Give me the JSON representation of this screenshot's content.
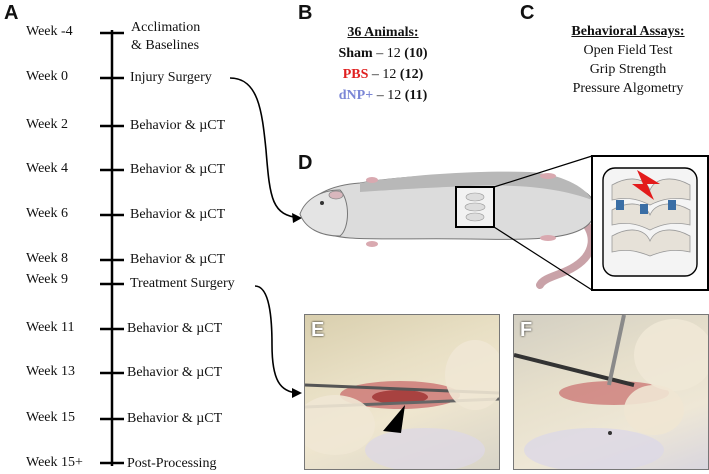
{
  "panels": {
    "a": "A",
    "b": "B",
    "c": "C",
    "d": "D",
    "e": "E",
    "f": "F"
  },
  "timeline": [
    {
      "week": "Week -4",
      "event": "Acclimation"
    },
    {
      "week": "",
      "event": "& Baselines"
    },
    {
      "week": "Week 0",
      "event": "Injury Surgery"
    },
    {
      "week": "Week 2",
      "event": "Behavior & µCT"
    },
    {
      "week": "Week 4",
      "event": "Behavior & µCT"
    },
    {
      "week": "Week 6",
      "event": "Behavior & µCT"
    },
    {
      "week": "Week 8",
      "event": "Behavior & µCT"
    },
    {
      "week": "Week 9",
      "event": "Treatment Surgery"
    },
    {
      "week": "Week 11",
      "event": "Behavior & µCT"
    },
    {
      "week": "Week 13",
      "event": "Behavior & µCT"
    },
    {
      "week": "Week 15",
      "event": "Behavior & µCT"
    },
    {
      "week": "Week 15+",
      "event": "Post-Processing"
    }
  ],
  "animals": {
    "title": "36 Animals:",
    "groups": [
      {
        "name": "Sham",
        "rest": " – 12 ",
        "n": "(10)",
        "color": "#111111"
      },
      {
        "name": "PBS",
        "rest": " – 12 ",
        "n": "(12)",
        "color": "#e02020"
      },
      {
        "name": "dNP+",
        "rest": " – 12 ",
        "n": "(11)",
        "color": "#7b86d6"
      }
    ]
  },
  "assays": {
    "title": "Behavioral Assays:",
    "items": [
      "Open Field Test",
      "Grip Strength",
      "Pressure Algometry"
    ]
  }
}
